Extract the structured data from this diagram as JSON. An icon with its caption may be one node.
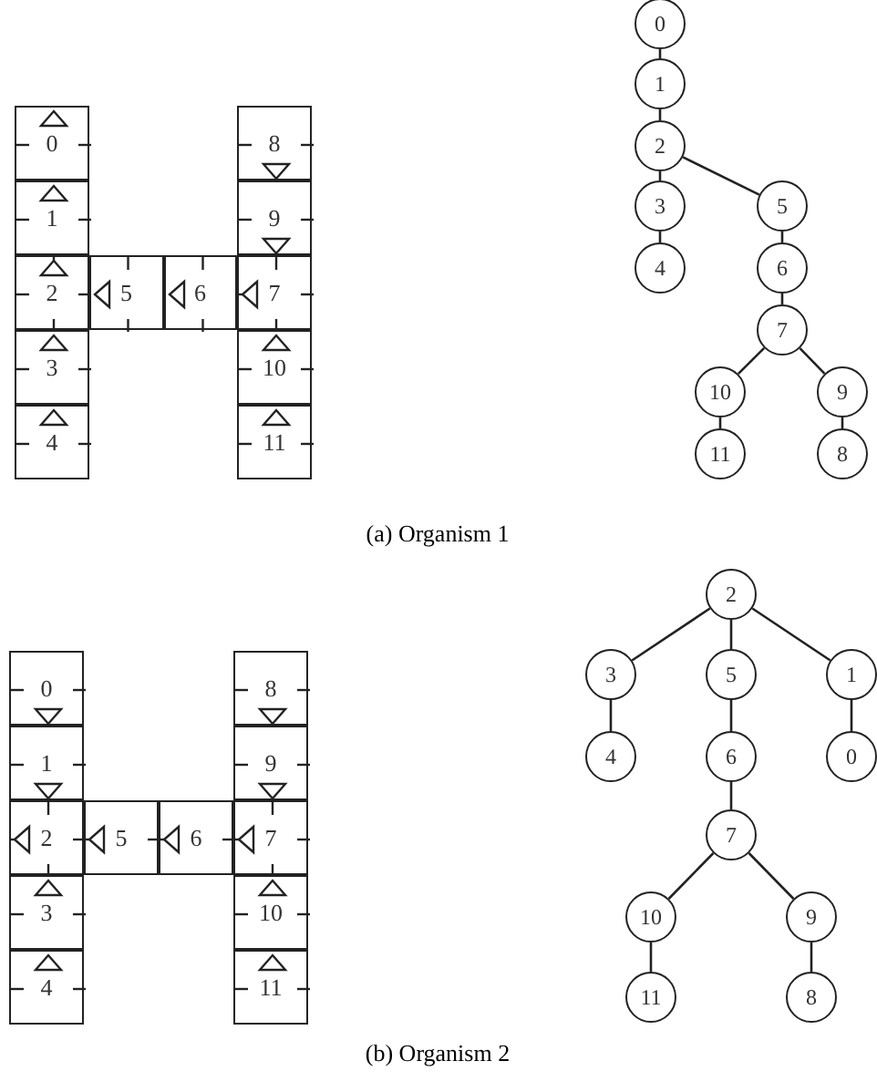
{
  "diagram": {
    "nodes": [
      {
        "text": [
          "0"
        ]
      },
      {
        "text": [
          "1"
        ]
      },
      {
        "text": [
          "2"
        ]
      },
      {
        "text": [
          "3"
        ]
      },
      {
        "text": [
          "4"
        ]
      },
      {
        "text": [
          "5"
        ]
      },
      {
        "text": [
          "6"
        ]
      },
      {
        "text": [
          "7"
        ]
      },
      {
        "text": [
          "8"
        ]
      },
      {
        "text": [
          "9"
        ]
      },
      {
        "text": [
          "10"
        ]
      },
      {
        "text": [
          "11"
        ]
      },
      {
        "text": [
          "0"
        ]
      },
      {
        "text": [
          "1"
        ]
      },
      {
        "text": [
          "2"
        ]
      },
      {
        "text": [
          "3"
        ]
      },
      {
        "text": [
          "4"
        ]
      },
      {
        "text": [
          "5"
        ]
      },
      {
        "text": [
          "6"
        ]
      },
      {
        "text": [
          "7"
        ]
      },
      {
        "text": [
          "8"
        ]
      },
      {
        "text": [
          "9"
        ]
      },
      {
        "text": [
          "10"
        ]
      },
      {
        "text": [
          "11"
        ]
      },
      {
        "text": [
          "0"
        ]
      },
      {
        "text": [
          "1"
        ]
      },
      {
        "text": [
          "2"
        ]
      },
      {
        "text": [
          "3"
        ]
      },
      {
        "text": [
          "4"
        ]
      },
      {
        "text": [
          "5"
        ]
      },
      {
        "text": [
          "6"
        ]
      },
      {
        "text": [
          "7"
        ]
      },
      {
        "text": [
          "8"
        ]
      },
      {
        "text": [
          "9"
        ]
      },
      {
        "text": [
          "10"
        ]
      },
      {
        "text": [
          "11"
        ]
      },
      {
        "text": [
          "0"
        ]
      },
      {
        "text": [
          "1"
        ]
      },
      {
        "text": [
          "2"
        ]
      },
      {
        "text": [
          "3"
        ]
      },
      {
        "text": [
          "4"
        ]
      },
      {
        "text": [
          "5"
        ]
      },
      {
        "text": [
          "6"
        ]
      },
      {
        "text": [
          "7"
        ]
      },
      {
        "text": [
          "8"
        ]
      },
      {
        "text": [
          "9"
        ]
      },
      {
        "text": [
          "10"
        ]
      },
      {
        "text": [
          "11"
        ]
      }
    ],
    "edges": [
      {
        "from": 12,
        "to": 13,
        "arrow": "none"
      },
      {
        "from": 13,
        "to": 14,
        "arrow": "none"
      },
      {
        "from": 14,
        "to": 15,
        "arrow": "none"
      },
      {
        "from": 15,
        "to": 16,
        "arrow": "none"
      },
      {
        "from": 14,
        "to": 17,
        "arrow": "none"
      },
      {
        "from": 17,
        "to": 18,
        "arrow": "none"
      },
      {
        "from": 18,
        "to": 19,
        "arrow": "none"
      },
      {
        "from": 19,
        "to": 22,
        "arrow": "none"
      },
      {
        "from": 22,
        "to": 23,
        "arrow": "none"
      },
      {
        "from": 19,
        "to": 21,
        "arrow": "none"
      },
      {
        "from": 21,
        "to": 20,
        "arrow": "none"
      },
      {
        "from": 38,
        "to": 39,
        "arrow": "none"
      },
      {
        "from": 38,
        "to": 41,
        "arrow": "none"
      },
      {
        "from": 38,
        "to": 37,
        "arrow": "none"
      },
      {
        "from": 39,
        "to": 40,
        "arrow": "none"
      },
      {
        "from": 41,
        "to": 42,
        "arrow": "none"
      },
      {
        "from": 37,
        "to": 36,
        "arrow": "none"
      },
      {
        "from": 42,
        "to": 43,
        "arrow": "none"
      },
      {
        "from": 43,
        "to": 46,
        "arrow": "none"
      },
      {
        "from": 46,
        "to": 47,
        "arrow": "none"
      },
      {
        "from": 43,
        "to": 45,
        "arrow": "none"
      },
      {
        "from": 45,
        "to": 44,
        "arrow": "none"
      }
    ],
    "labels": [
      "(a) Organism 1",
      "(b) Organism 2"
    ]
  }
}
